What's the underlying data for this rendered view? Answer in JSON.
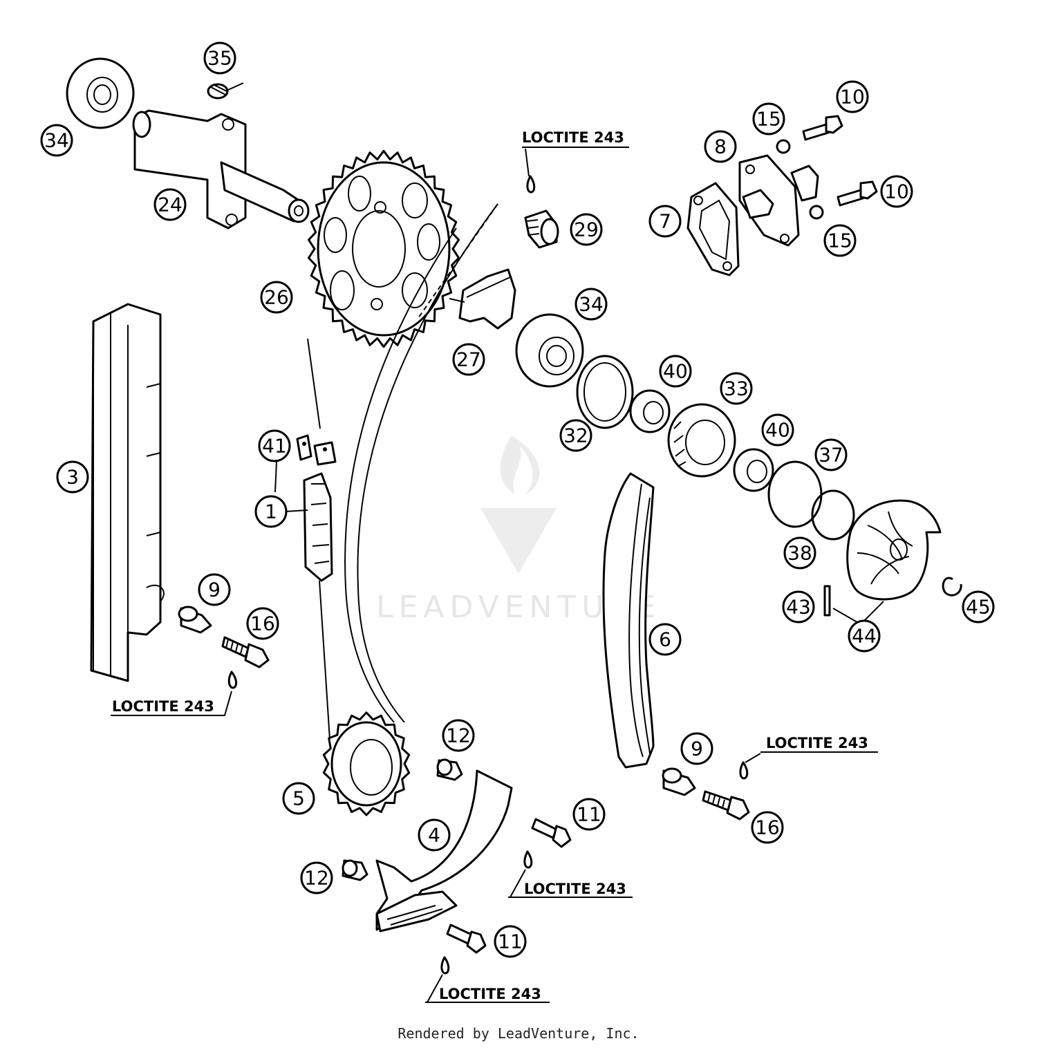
{
  "watermark": {
    "text": "LEADVENTURE"
  },
  "footer": {
    "text": "Rendered by LeadVenture, Inc."
  },
  "callouts": {
    "c35": "35",
    "c34a": "34",
    "c24": "24",
    "c26": "26",
    "c29": "29",
    "c15a": "15",
    "c10a": "10",
    "c8": "8",
    "c10b": "10",
    "c7": "7",
    "c15b": "15",
    "c27": "27",
    "c34b": "34",
    "c40a": "40",
    "c33": "33",
    "c32": "32",
    "c40b": "40",
    "c37": "37",
    "c38": "38",
    "c43": "43",
    "c44": "44",
    "c45": "45",
    "c3": "3",
    "c41": "41",
    "c1": "1",
    "c9a": "9",
    "c16a": "16",
    "c6": "6",
    "c12a": "12",
    "c5": "5",
    "c4": "4",
    "c9b": "9",
    "c16b": "16",
    "c11a": "11",
    "c12b": "12",
    "c11b": "11"
  },
  "loctite": {
    "l1": "LOCTITE 243",
    "l2": "LOCTITE 243",
    "l3": "LOCTITE 243",
    "l4": "LOCTITE 243",
    "l5": "LOCTITE 243"
  }
}
